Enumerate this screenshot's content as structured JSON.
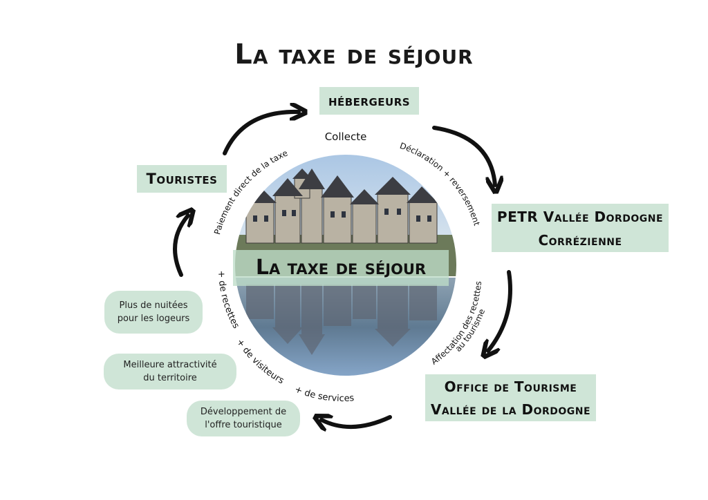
{
  "title": "La taxe de séjour",
  "center_label": "La taxe de séjour",
  "boxes": {
    "hebergeurs": "hébergeurs",
    "touristes": "Touristes",
    "petr": [
      "PETR Vallée Dordogne",
      "Corrézienne"
    ],
    "office": [
      "Office de Tourisme",
      "Vallée de la Dordogne"
    ]
  },
  "pills": [
    [
      "Plus de nuitées",
      "pour les logeurs"
    ],
    [
      "Meilleure attractivité",
      "du territoire"
    ],
    [
      "Développement de",
      "l'offre touristique"
    ]
  ],
  "arc_labels": {
    "collecte": "Collecte",
    "declaration": "Déclaration + reversement",
    "paiement": "Paiement direct de la taxe",
    "affectation_1": "Affectation des recettes",
    "affectation_2": "au tourisme",
    "recettes": "+ de recettes",
    "visiteurs": "+ de visiteurs",
    "services": "+ de services"
  },
  "colors": {
    "box_fill": "#cfe5d7",
    "text": "#111111",
    "arrow": "#111111"
  }
}
